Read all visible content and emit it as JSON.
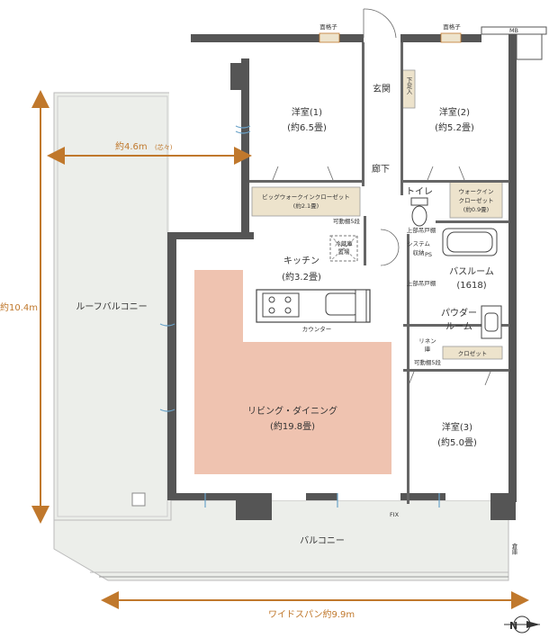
{
  "rooms": {
    "western_room_1": {
      "name": "洋室(1)",
      "size": "(約6.5畳)"
    },
    "western_room_2": {
      "name": "洋室(2)",
      "size": "(約5.2畳)"
    },
    "western_room_3": {
      "name": "洋室(3)",
      "size": "(約5.0畳)"
    },
    "entrance": "玄関",
    "shoe_cabinet": "下足入",
    "corridor": "廊下",
    "toilet": "トイレ",
    "walk_in_closet": {
      "line1": "ウォークイン",
      "line2": "クローゼット",
      "size": "(約0.9畳)"
    },
    "big_walk_in_closet": {
      "name": "ビッグウォークインクローゼット",
      "size": "(約2.1畳)"
    },
    "kitchen": {
      "name": "キッチン",
      "size": "(約3.2畳)"
    },
    "counter": "カウンター",
    "fridge": {
      "line1": "冷蔵庫",
      "line2": "置場"
    },
    "living_dining": {
      "name": "リビング・ダイニング",
      "size": "(約19.8畳)"
    },
    "bathroom": {
      "name": "バスルーム",
      "size": "(1618)"
    },
    "powder_room": {
      "line1": "パウダー",
      "line2": "ルーム"
    },
    "closet": "クロゼット",
    "linen": {
      "line1": "リネン",
      "line2": "庫"
    },
    "system_storage": {
      "line1": "システム",
      "line2": "収納"
    },
    "roof_balcony": "ルーフバルコニー",
    "balcony": "バルコニー"
  },
  "annotations": {
    "lattice_left": "面格子",
    "lattice_right": "面格子",
    "mb": "MB",
    "adjustable_shelf_1": "可動棚5段",
    "adjustable_shelf_2": "可動棚5段",
    "upper_cabinet_1": "上部吊戸棚",
    "upper_cabinet_2": "上部吊戸棚",
    "ps": "PS",
    "fix": "FIX",
    "storage": "倉庫"
  },
  "dimensions": {
    "roof_balcony_width": "約4.6m",
    "roof_balcony_width_note": "(芯々)",
    "roof_balcony_depth": "約10.4m",
    "wide_span": "ワイドスパン約9.9m"
  },
  "compass": {
    "label": "N"
  },
  "colors": {
    "wall": "#555555",
    "living_fill": "#efc3b0",
    "closet_fill": "#ede3cc",
    "balcony_fill": "#eceeea",
    "dimension": "#c0782c",
    "window_blue": "#6aa3c9"
  }
}
